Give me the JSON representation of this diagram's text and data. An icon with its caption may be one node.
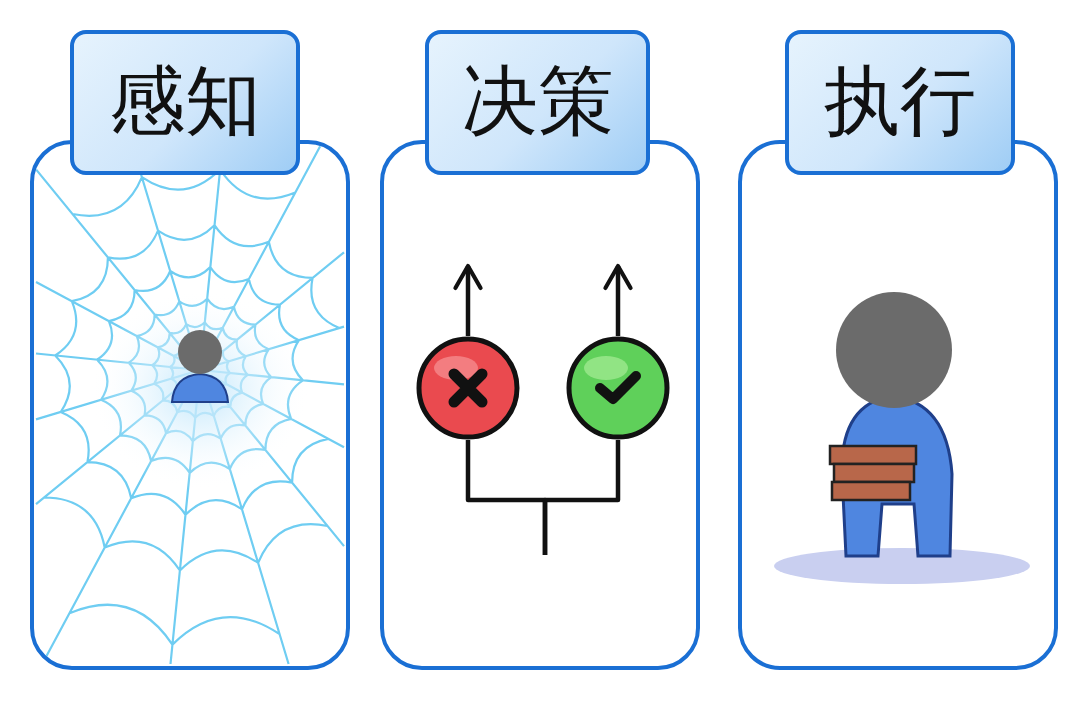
{
  "diagram": {
    "nodes": [
      {
        "text": [
          "感知"
        ]
      },
      {
        "text": [
          "决策"
        ]
      },
      {
        "text": [
          "执行"
        ]
      },
      {
        "text": [],
        "shape": "circle",
        "in": 1
      },
      {
        "text": [],
        "shape": "circle",
        "in": 1
      }
    ],
    "edges": [
      {
        "from": 3,
        "to": null,
        "arrow": "to"
      },
      {
        "from": 4,
        "to": null,
        "arrow": "to"
      },
      {
        "from": null,
        "to": 3,
        "arrow": "none"
      },
      {
        "from": null,
        "to": 4,
        "arrow": "none"
      }
    ]
  }
}
